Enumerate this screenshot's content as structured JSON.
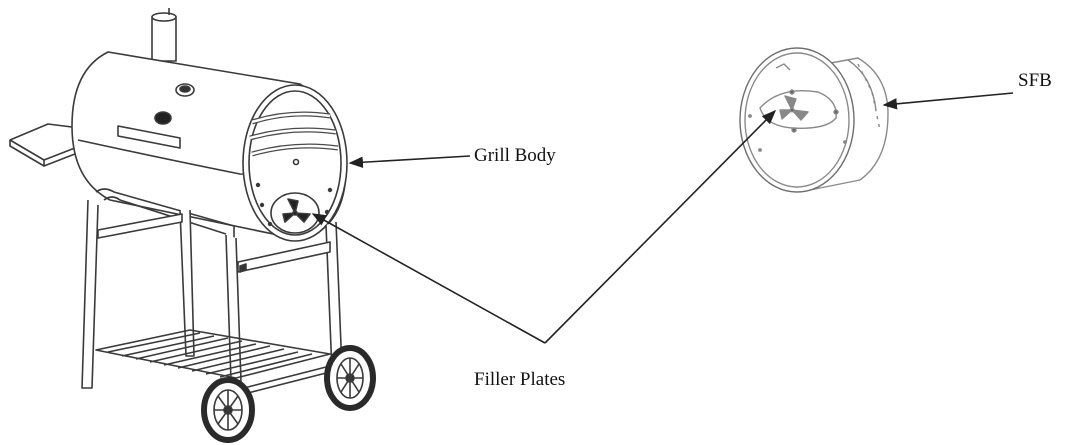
{
  "labels": {
    "grill_body": "Grill Body",
    "sfb": "SFB",
    "filler_plates": "Filler Plates"
  },
  "colors": {
    "line": "#222222",
    "outline": "#3a3a3a",
    "light_outline": "#8a8a8a",
    "background": "#ffffff"
  }
}
